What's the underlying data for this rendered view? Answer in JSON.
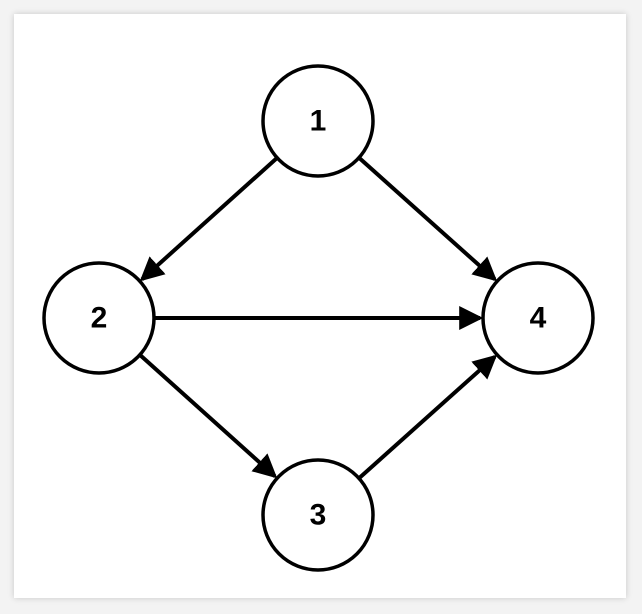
{
  "diagram": {
    "nodes": [
      {
        "id": "1",
        "label": "1"
      },
      {
        "id": "2",
        "label": "2"
      },
      {
        "id": "3",
        "label": "3"
      },
      {
        "id": "4",
        "label": "4"
      }
    ],
    "edges": [
      {
        "from": "1",
        "to": "2"
      },
      {
        "from": "1",
        "to": "4"
      },
      {
        "from": "2",
        "to": "4"
      },
      {
        "from": "2",
        "to": "3"
      },
      {
        "from": "3",
        "to": "4"
      }
    ],
    "colors": {
      "stroke": "#000000",
      "fill": "#ffffff"
    }
  }
}
